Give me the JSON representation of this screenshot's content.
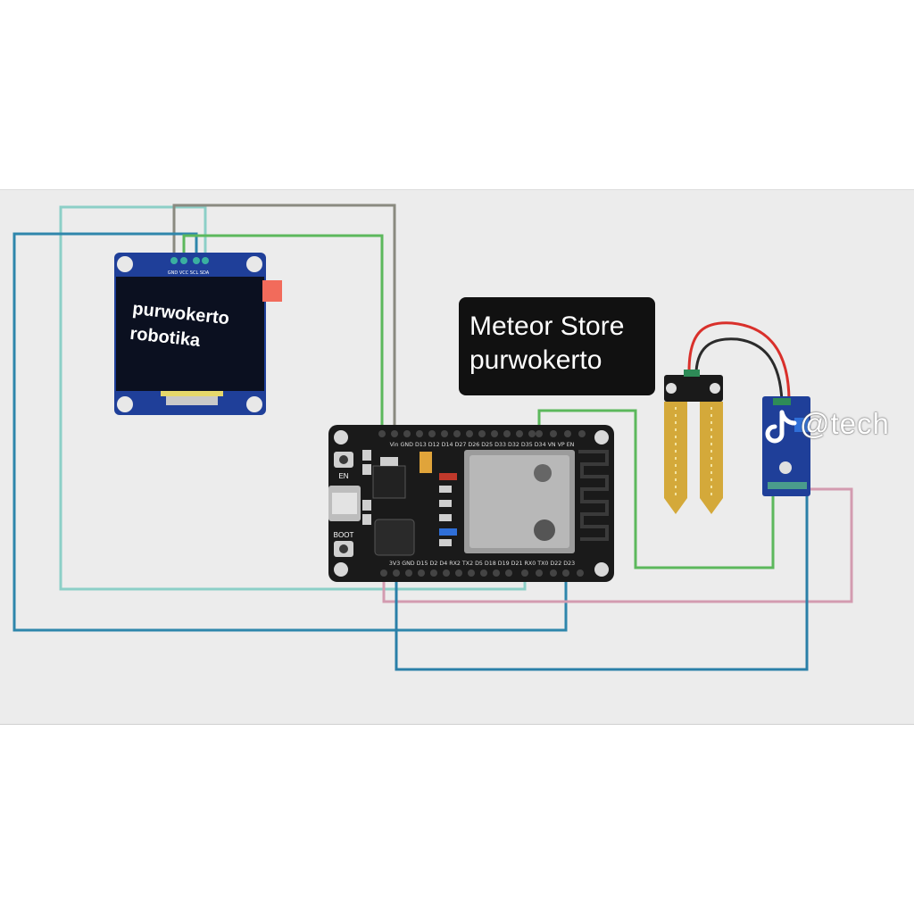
{
  "oled_display": {
    "line1": "purwokerto",
    "line2": "robotika",
    "pin_labels": "GND VCC SCL SDA"
  },
  "store_label": {
    "line1": "Meteor Store",
    "line2": "purwokerto"
  },
  "esp32_board": {
    "top_pins": "Vin GND D13 D12 D14 D27 D26 D25 D33 D32 D35 D34 VN VP EN",
    "bottom_pins": "3V3 GND D15 D2 D4 RX2 TX2 D5 D18 D19 D21 RX0 TX0 D22 D23",
    "en_label": "EN",
    "boot_label": "BOOT"
  },
  "watermark": {
    "logo": "tiktok-icon",
    "text": "@tech"
  },
  "colors": {
    "background": "#ececec",
    "wire_teal": "#8ccfc7",
    "wire_gray": "#8a8a80",
    "wire_blue": "#2e86ab",
    "wire_green": "#5cb85c",
    "wire_pink": "#d39bb0",
    "wire_dark_blue": "#2a7fa8",
    "oled_pcb": "#1f3f99",
    "esp32_pcb": "#1a1a1a",
    "probe_gold": "#d4a93a",
    "module_pcb": "#1f3f99",
    "label_bg": "#111111"
  }
}
